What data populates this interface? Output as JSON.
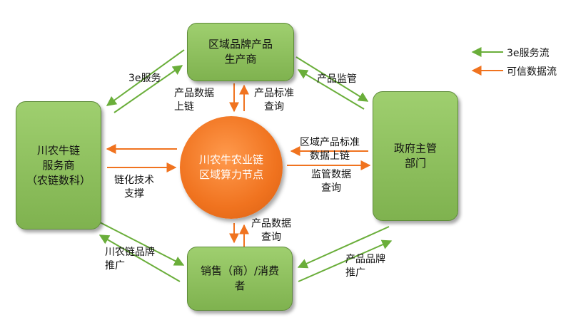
{
  "nodes": {
    "top": "区域品牌产品\n生产商",
    "left": "川农牛链\n服务商\n（农链数科）",
    "right": "政府主管\n部门",
    "bottom": "销售（商）/消费\n者",
    "center": "川农牛农业链\n区域算力节点"
  },
  "labels": {
    "top_left_3e": "3e服务",
    "top_center_up": "产品数据\n上链",
    "top_center_query": "产品标准\n查询",
    "top_right": "产品监管",
    "right_center_up": "区域产品标准\n数据上链",
    "right_center_query": "监管数据\n查询",
    "left_center": "链化技术\n支撑",
    "bottom_center": "产品数据\n查询",
    "left_bottom": "川农链品牌\n推广",
    "right_bottom": "产品品牌\n推广"
  },
  "legend": {
    "green": "3e服务流",
    "orange": "可信数据流"
  },
  "colors": {
    "green_arrow": "#6aae3a",
    "orange_arrow": "#f0731f"
  }
}
